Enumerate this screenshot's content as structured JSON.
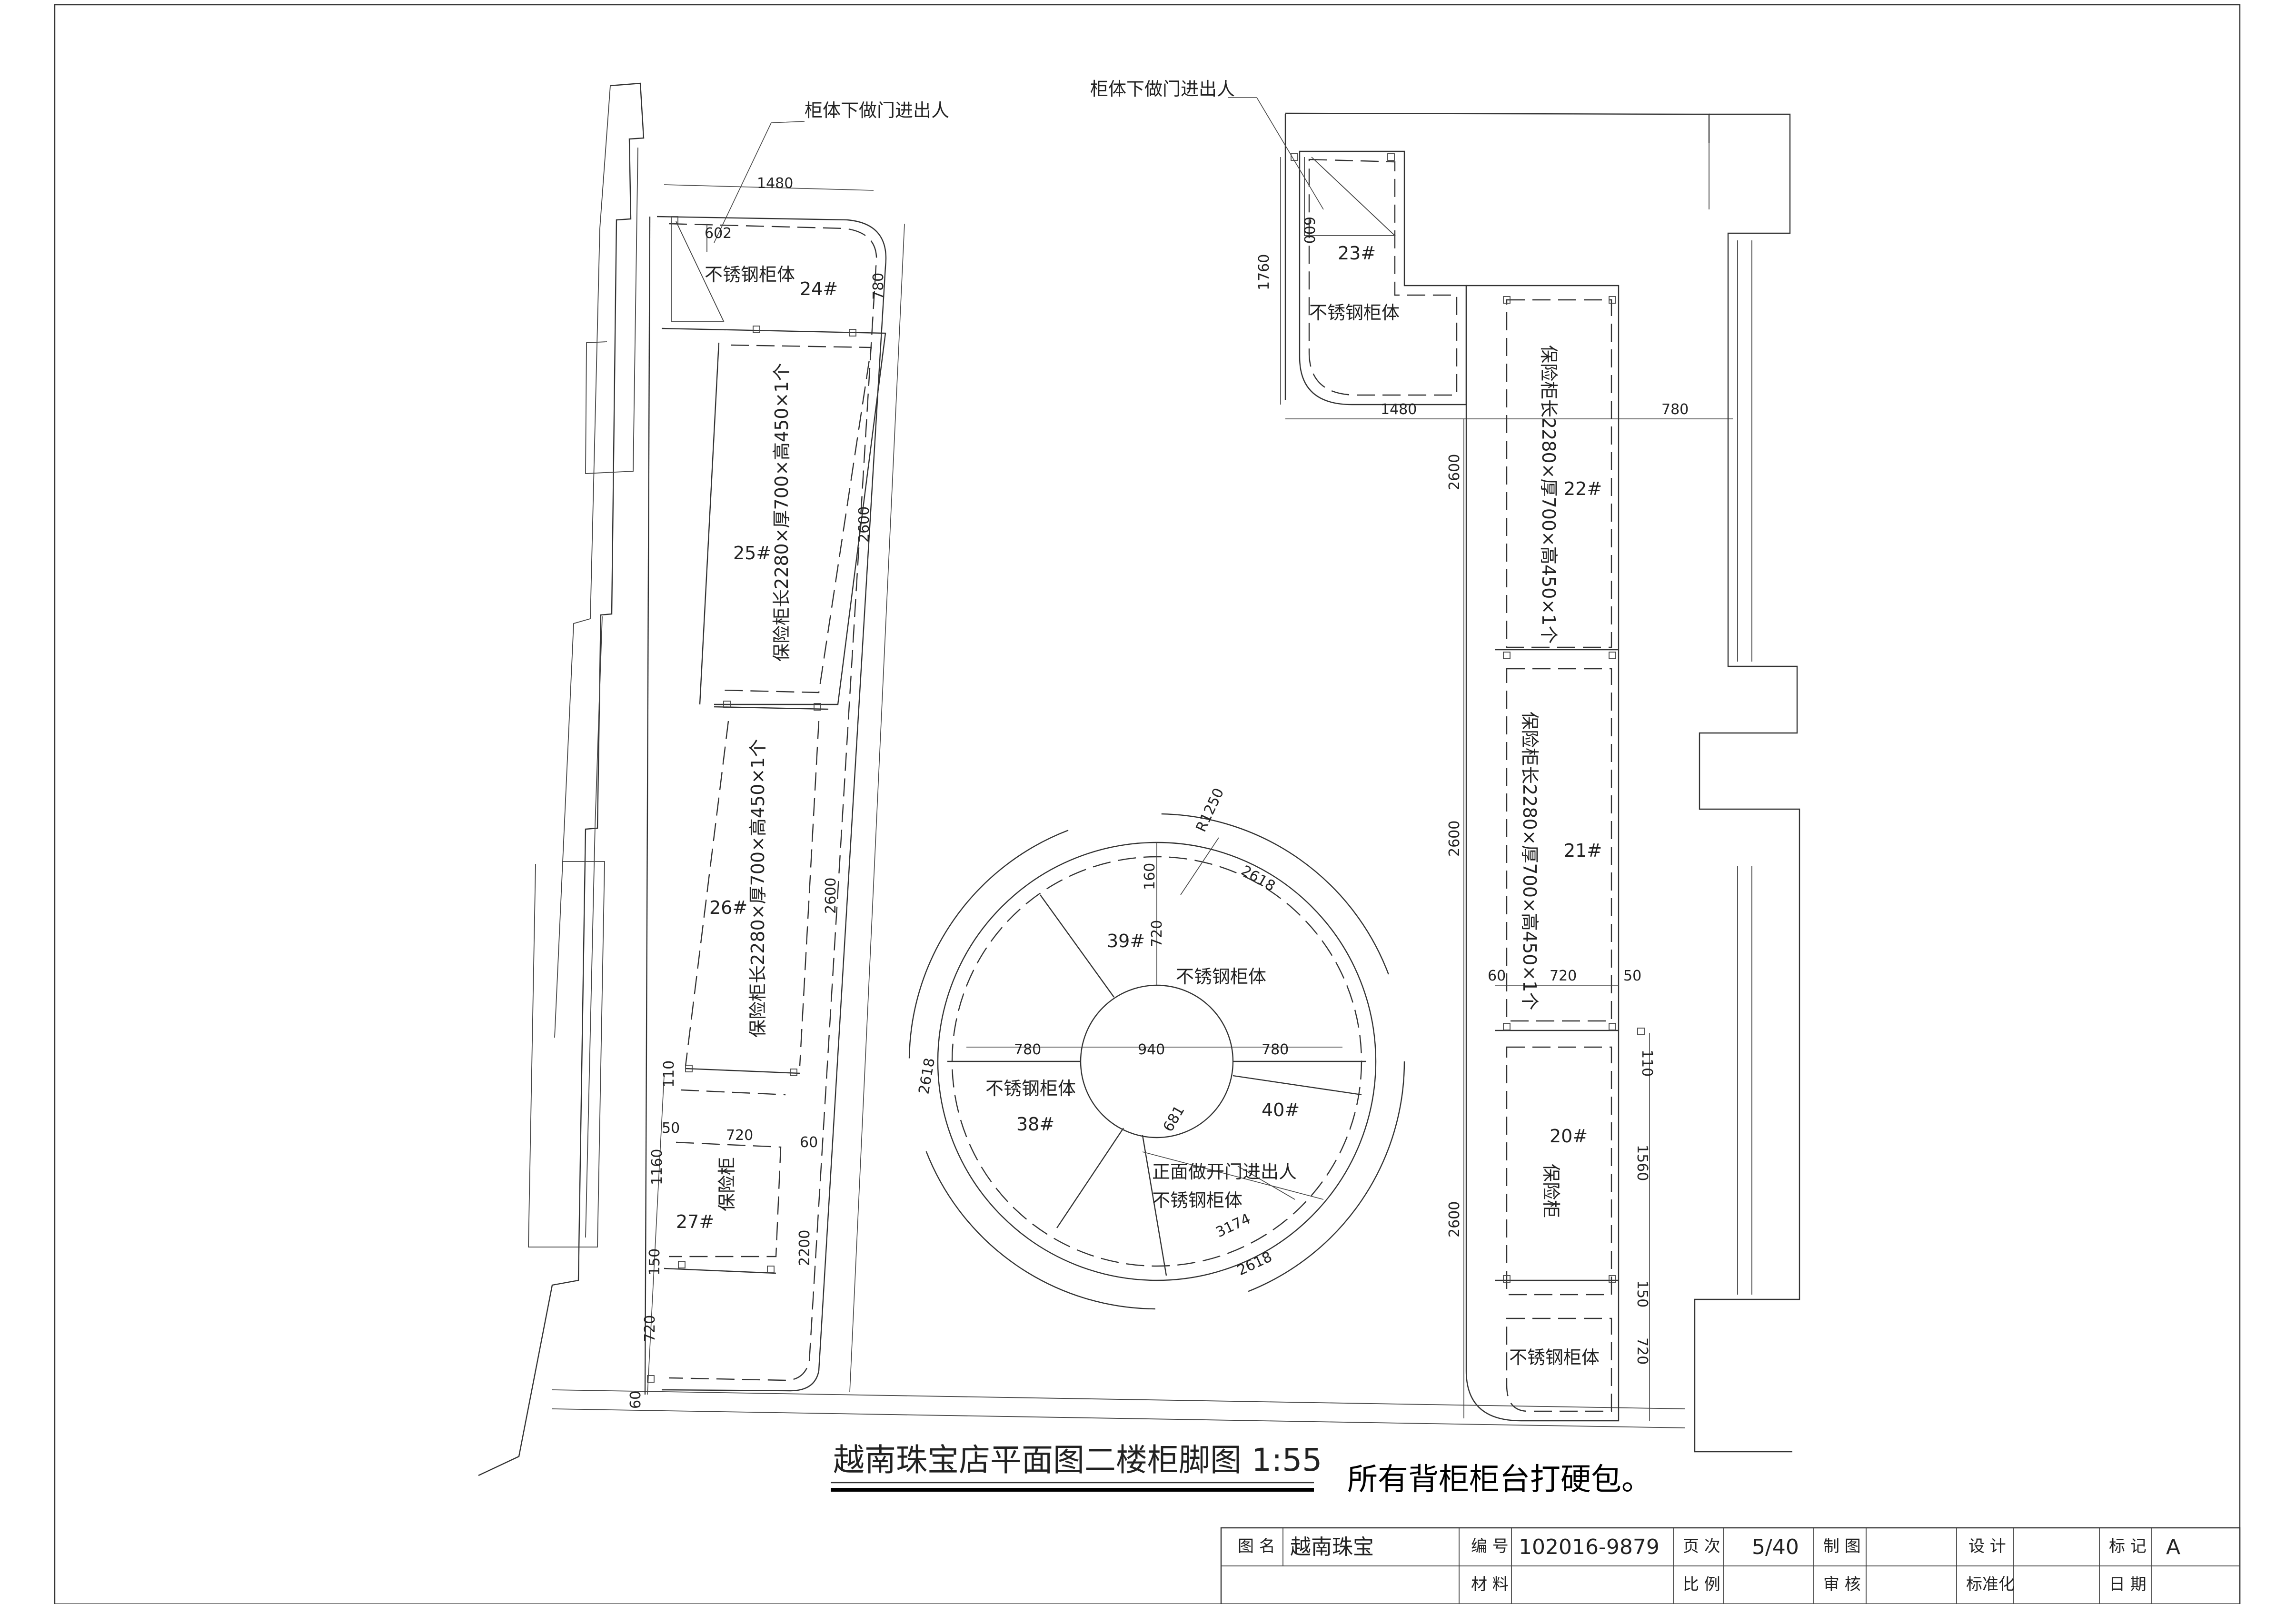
{
  "title": {
    "main": "越南珠宝店平面图二楼柜脚图 1:55",
    "note": "所有背柜柜台打硬包。"
  },
  "notes": {
    "door_under_left": "柜体下做门进出人",
    "door_under_right": "柜体下做门进出人",
    "front_door": "正面做开门进出人"
  },
  "materials": {
    "steel": "不锈钢柜体",
    "safe": "保险柜",
    "safe_spec": "保险柜长2280×厚700×高450×1个"
  },
  "cabinets": {
    "c20": "20#",
    "c21": "21#",
    "c22": "22#",
    "c23": "23#",
    "c24": "24#",
    "c25": "25#",
    "c26": "26#",
    "c27": "27#",
    "c38": "38#",
    "c39": "39#",
    "c40": "40#"
  },
  "dims": {
    "d1480": "1480",
    "d602": "602",
    "d780": "780",
    "d2600": "2600",
    "d1760": "1760",
    "d600": "600",
    "d110": "110",
    "d50": "50",
    "d720": "720",
    "d60": "60",
    "d1160": "1160",
    "d150": "150",
    "d2200": "2200",
    "d1560": "1560",
    "d940": "940",
    "d2618": "2618",
    "dR1250": "R1250",
    "d160": "160",
    "d681": "681",
    "d3174": "3174"
  },
  "title_block": {
    "name_label": "图 名",
    "name_value": "越南珠宝",
    "number_label": "编 号",
    "number_value": "102016-9879",
    "page_label": "页 次",
    "page_value": "5/40",
    "draw_label": "制 图",
    "design_label": "设 计",
    "mark_label": "标 记",
    "mark_value": "A",
    "material_label": "材 料",
    "scale_label": "比 例",
    "review_label": "审 核",
    "standard_label": "标准化",
    "date_label": "日 期"
  }
}
